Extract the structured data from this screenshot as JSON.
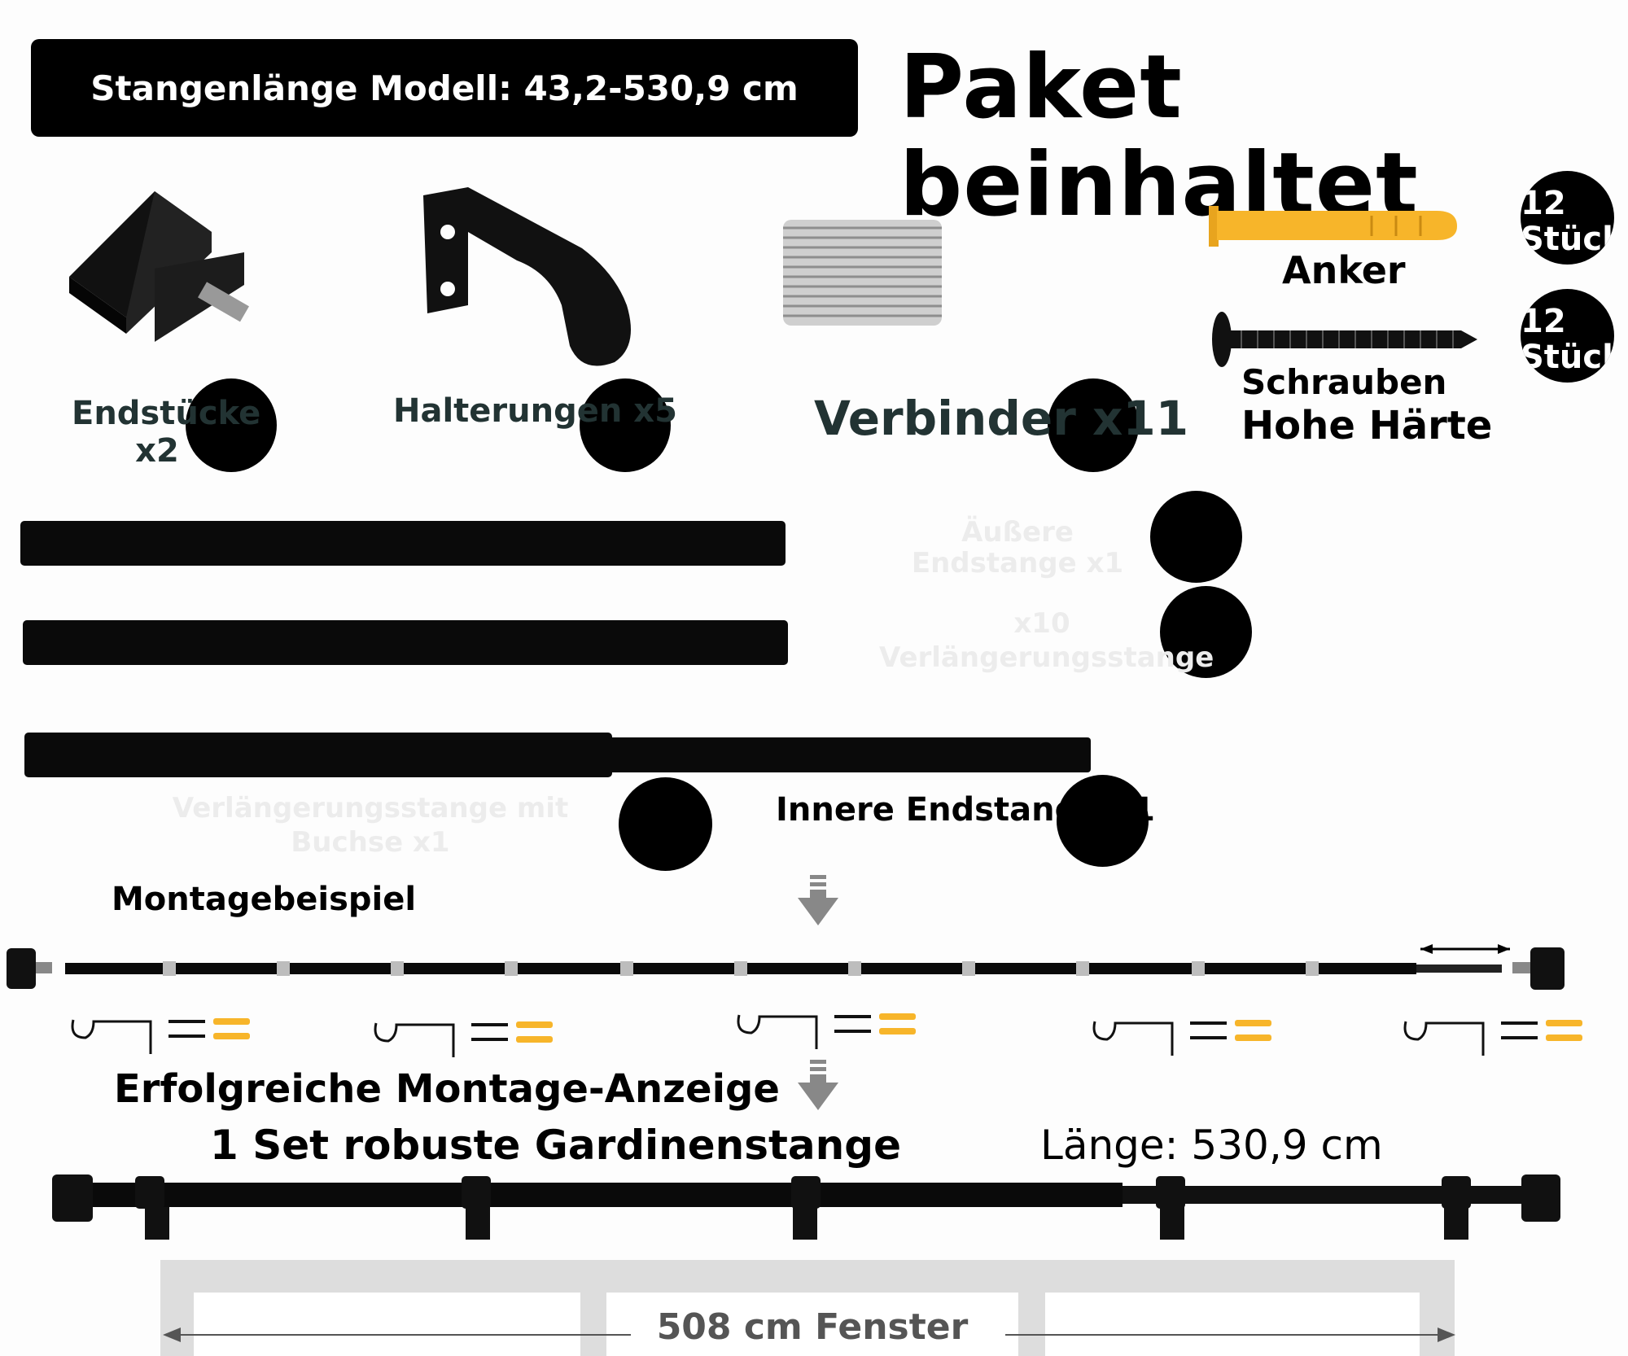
{
  "banner": {
    "text": "Stangenlänge Modell: 43,2-530,9 cm"
  },
  "heading": {
    "text": "Paket beinhaltet"
  },
  "parts": {
    "endcaps": {
      "line1": "Endstücke",
      "line2": "x2"
    },
    "brackets": {
      "label": "Halterungen x5"
    },
    "connectors": {
      "label": "Verbinder x11"
    },
    "anchors": {
      "label": "Anker",
      "qty_num": "12",
      "qty_unit": "Stück"
    },
    "screws": {
      "label": "Schrauben",
      "sub": "Hohe Härte",
      "qty_num": "12",
      "qty_unit": "Stück"
    },
    "outer_rod": {
      "line1": "Äußere",
      "line2": "Endstange x1"
    },
    "ext_rod": {
      "line1": "x10",
      "line2": "Verlängerungsstange"
    },
    "socket_rod": {
      "line1": "Verlängerungsstange mit",
      "line2": "Buchse x1"
    },
    "inner_rod": {
      "label": "Innere Endstange x1"
    }
  },
  "assembly": {
    "example_label": "Montagebeispiel",
    "success_label": "Erfolgreiche Montage-Anzeige",
    "set_label": "1 Set robuste Gardinenstange",
    "length_label": "Länge: 530,9 cm",
    "window_label": "508 cm Fenster"
  },
  "colors": {
    "rod": "#0a0a0a",
    "anchor": "#f7b52a",
    "connector": "#b9b9b9",
    "window_frame": "#dddddd"
  }
}
